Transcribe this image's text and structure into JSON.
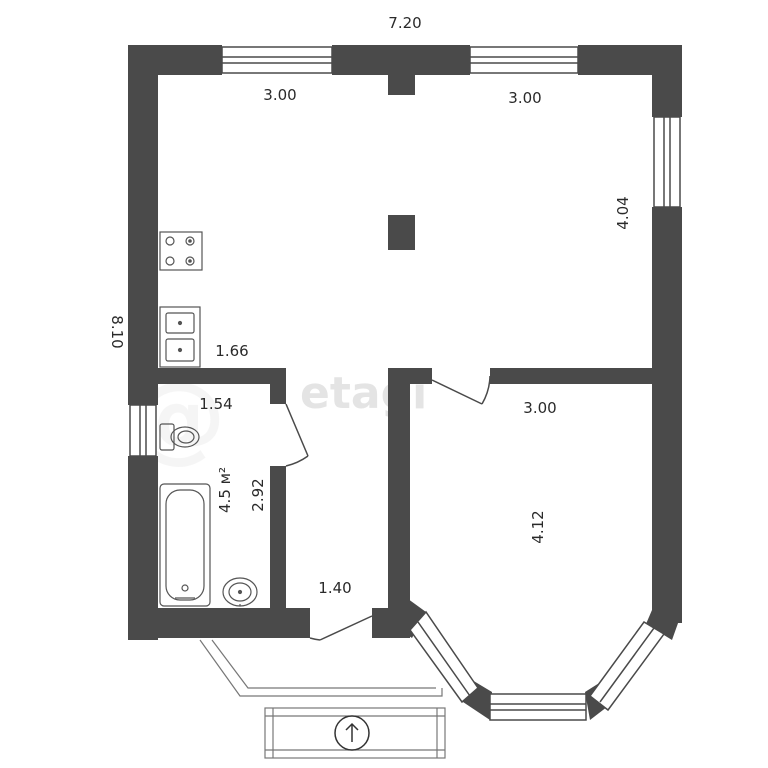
{
  "plan": {
    "dimensions": {
      "overall_width": "7.20",
      "overall_height": "8.10",
      "living_top_left": "3.00",
      "living_top_right": "3.00",
      "living_right": "4.04",
      "kitchen_counter": "1.66",
      "bathroom_width": "1.54",
      "bathroom_depth": "2.92",
      "bathroom_area": "4.5 м²",
      "hall_width": "1.40",
      "bedroom_width": "3.00",
      "bedroom_depth": "4.12"
    },
    "watermark": "etagi"
  },
  "colors": {
    "wall": "#4a4a4a",
    "fixture_line": "#555555",
    "floor": "#ffffff"
  }
}
